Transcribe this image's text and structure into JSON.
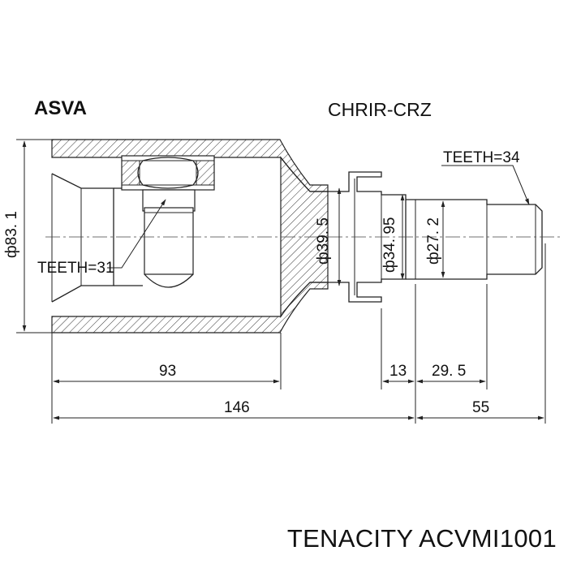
{
  "header": {
    "brand": "ASVA",
    "model": "CHRIR-CRZ"
  },
  "dimensions": {
    "d_housing": "ф83. 1",
    "d_neck": "ф39. 5",
    "d_seal": "ф34. 95",
    "d_shaft": "ф27. 2",
    "teeth_inner": "TEETH=31",
    "teeth_outer": "TEETH=34",
    "len_housing": "93",
    "len_flange": "13",
    "len_spline": "29. 5",
    "len_total": "146",
    "len_stub": "55"
  },
  "footer": {
    "text": "TENACITY ACVMI1001"
  },
  "colors": {
    "line": "#222222",
    "text": "#111111",
    "background": "#ffffff"
  }
}
